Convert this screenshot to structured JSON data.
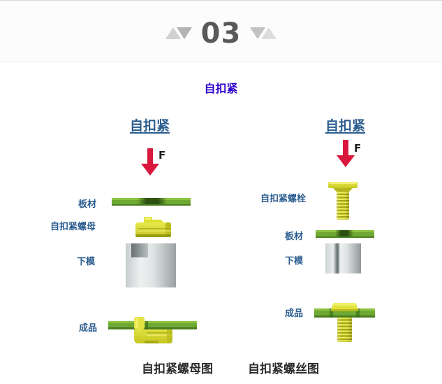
{
  "header": {
    "page_number": "03"
  },
  "title": "自扣紧",
  "left": {
    "subtitle": "自扣紧",
    "force": "F",
    "plate_label": "板材",
    "part_label": "自扣紧螺母",
    "die_label": "下模",
    "finished_label": "成品",
    "caption": "自扣紧螺母图"
  },
  "right": {
    "subtitle": "自扣紧",
    "force": "F",
    "part_label": "自扣紧螺栓",
    "plate_label": "板材",
    "die_label": "下模",
    "finished_label": "成品",
    "caption": "自扣紧螺丝图"
  },
  "colors": {
    "title_blue": "#2f00cc",
    "label_blue": "#2b5d8f",
    "arrow_red": "#d9173c",
    "plate_green": "#6fa832",
    "part_yellow": "#d8d92c",
    "die_gray": "#c3c9ca",
    "page_number_gray": "#595959",
    "caption_black": "#2b2b2b"
  }
}
